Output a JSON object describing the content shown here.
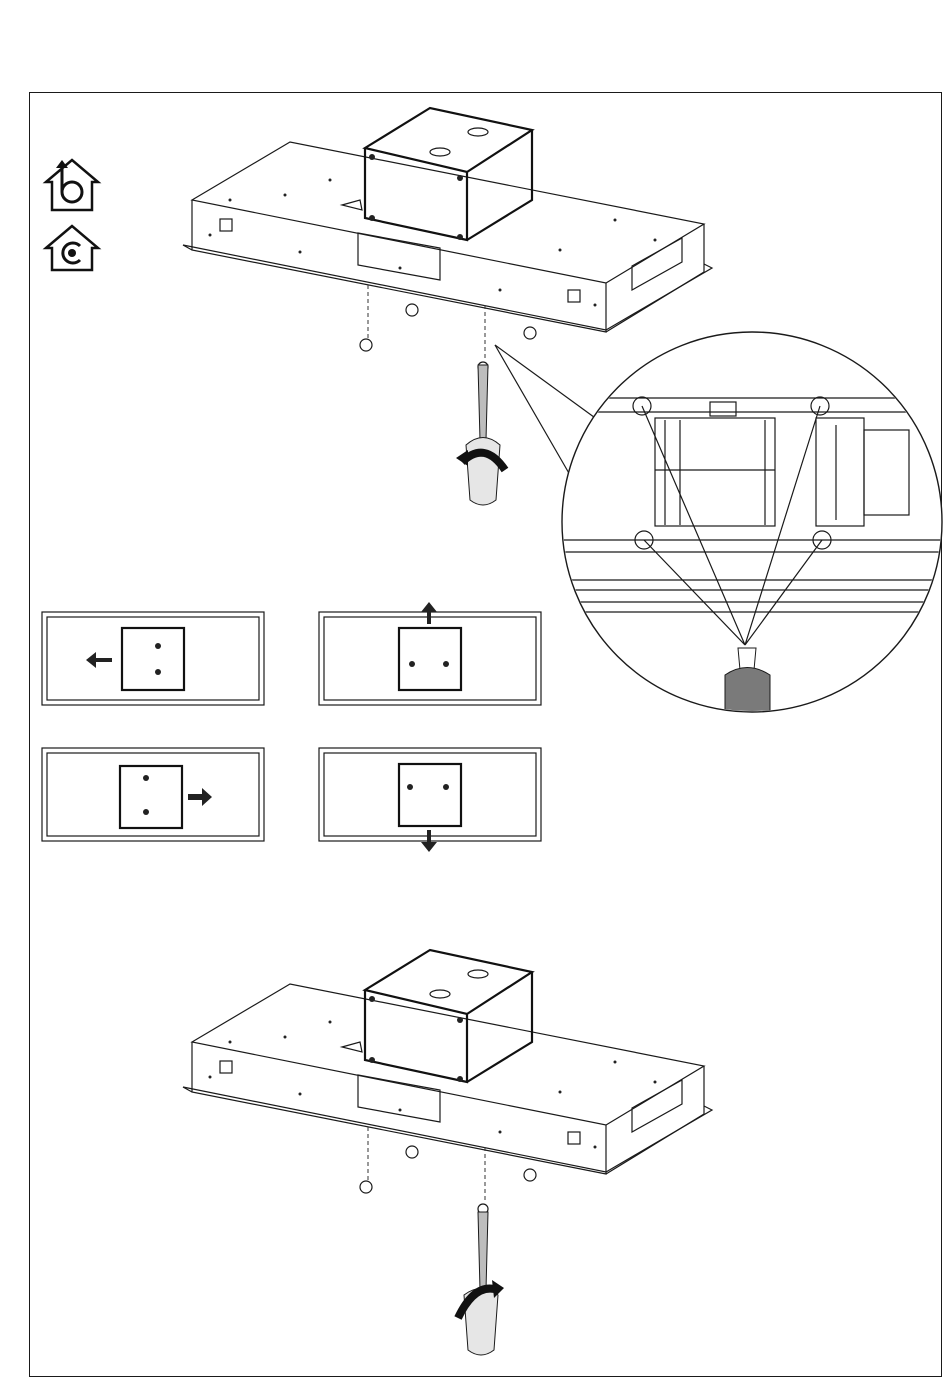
{
  "figure": {
    "page_colors": {
      "line": "#1a1a1a",
      "background": "#ffffff",
      "arrow": "#222222",
      "tool": "#bdbdbd"
    },
    "mode_icons": [
      {
        "icon": "ducted-extraction-house-icon"
      },
      {
        "icon": "recirculation-house-icon"
      }
    ],
    "panels": [
      {
        "step": "hood-with-motor-box-top",
        "icon": "hood-motor-assembly"
      },
      {
        "step": "detail-zoom-screws",
        "icon": "magnifier-detail"
      },
      {
        "step": "motor-orientation-left",
        "direction": "left"
      },
      {
        "step": "motor-orientation-up",
        "direction": "up"
      },
      {
        "step": "motor-orientation-right",
        "direction": "right"
      },
      {
        "step": "motor-orientation-down",
        "direction": "down"
      },
      {
        "step": "hood-with-motor-box-bottom",
        "icon": "hood-motor-assembly"
      }
    ]
  }
}
